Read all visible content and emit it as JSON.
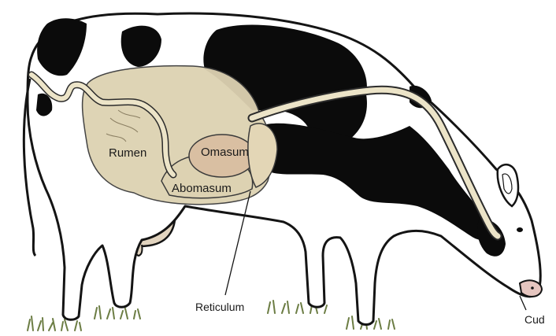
{
  "labels": {
    "rumen": "Rumen",
    "omasum": "Omasum",
    "abomasum": "Abomasum",
    "reticulum": "Reticulum",
    "cud": "Cud"
  },
  "colors": {
    "stomach_fill": "#ddd2b2",
    "omasum_fill": "#d9bfa2",
    "esophagus_fill": "#ece4c8",
    "udder_fill": "#e2d4bf",
    "nose_fill": "#e6c6c0",
    "spot": "#0b0b0b",
    "outline": "#141414",
    "grass": "#6c7d44"
  }
}
